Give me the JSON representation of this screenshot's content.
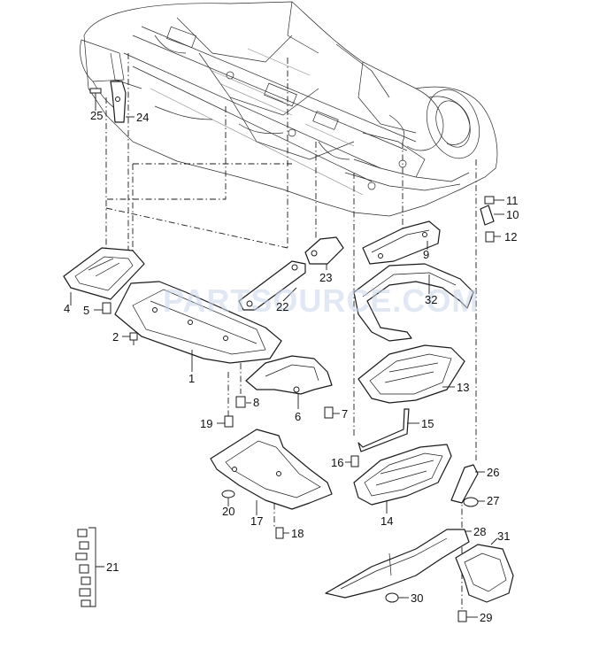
{
  "watermark": "PARTSOURCE.COM",
  "labels": {
    "p1": "1",
    "p2": "2",
    "p4": "4",
    "p5": "5",
    "p6": "6",
    "p7": "7",
    "p8": "8",
    "p9": "9",
    "p10": "10",
    "p11": "11",
    "p12": "12",
    "p13": "13",
    "p14": "14",
    "p15": "15",
    "p16": "16",
    "p17": "17",
    "p18": "18",
    "p19": "19",
    "p20": "20",
    "p21": "21",
    "p22": "22",
    "p23": "23",
    "p24": "24",
    "p25": "25",
    "p26": "26",
    "p27": "27",
    "p28": "28",
    "p29": "29",
    "p30": "30",
    "p31": "31",
    "p32": "32"
  }
}
